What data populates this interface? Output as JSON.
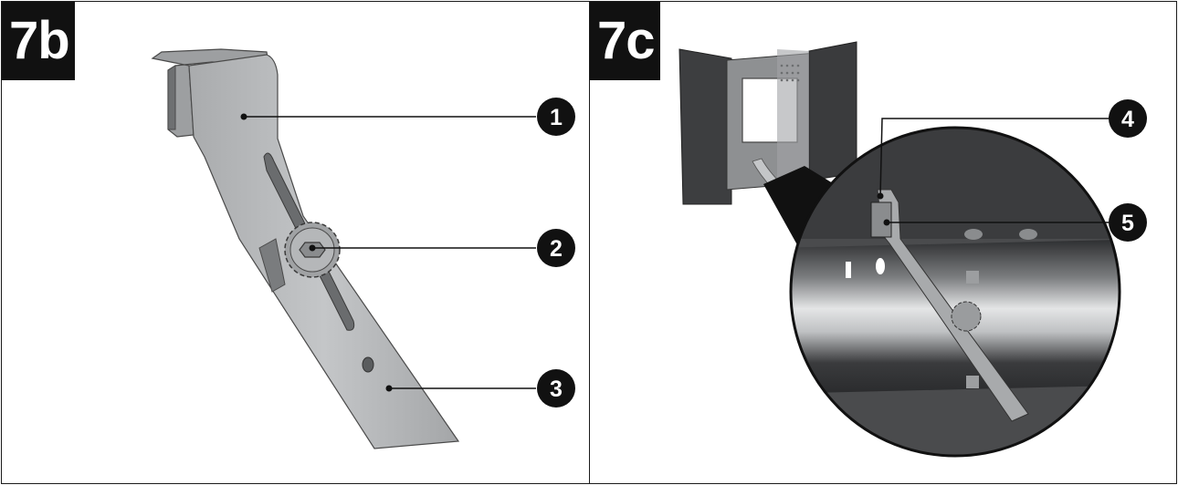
{
  "panels": [
    {
      "tag": "7b",
      "callouts": [
        "1",
        "2",
        "3"
      ]
    },
    {
      "tag": "7c",
      "callouts": [
        "4",
        "5"
      ]
    }
  ],
  "colors": {
    "frame": "#1a1a1a",
    "tag_background": "#111111",
    "tag_text": "#ffffff",
    "metal_light": "#b9bbbd",
    "metal_mid": "#9a9c9e",
    "metal_dark": "#5a5c5e",
    "panel_dark": "#3a3b3d",
    "callout_fill": "#111111"
  },
  "icons": [
    "mounting-bracket-illustration",
    "adjustment-gear-icon",
    "monitor-rear-illustration",
    "magnified-detail-circle"
  ]
}
